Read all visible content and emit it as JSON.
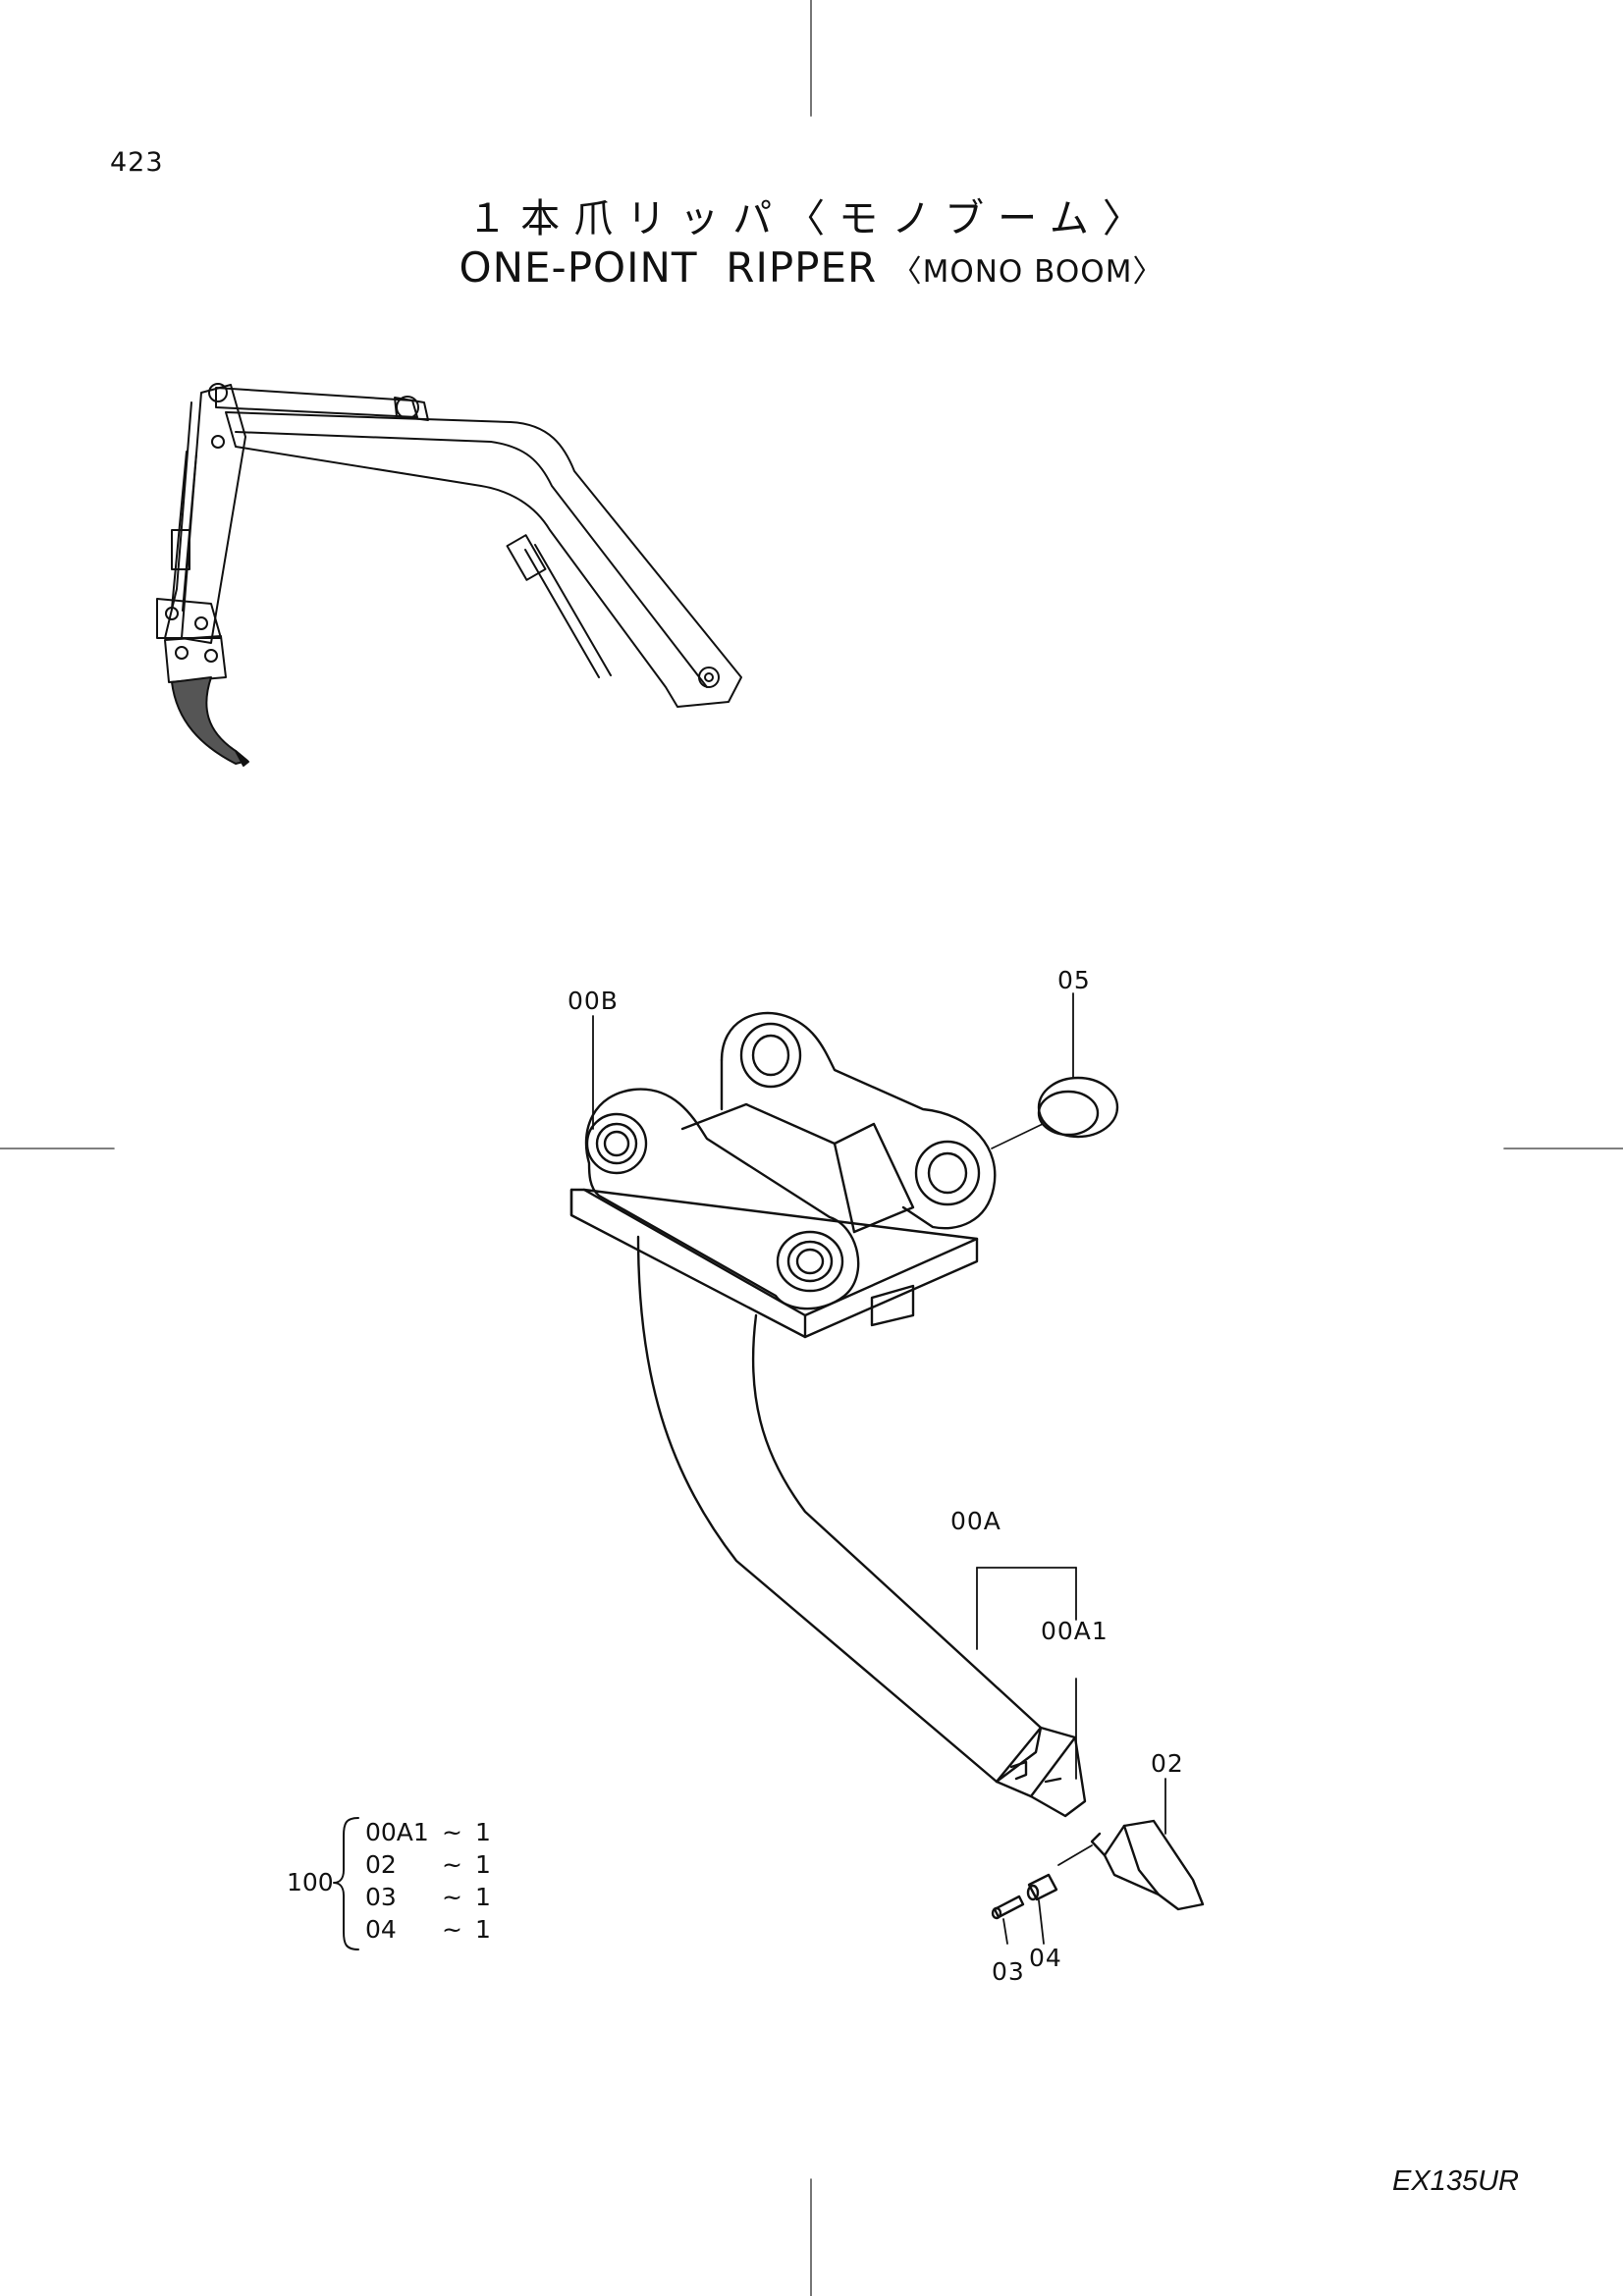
{
  "page_number": "423",
  "title_jp": "１本爪リッパ〈モノブーム〉",
  "title_en_main": "ONE-POINT  RIPPER",
  "title_en_sub": "〈MONO BOOM〉",
  "model_code": "EX135UR",
  "callouts": {
    "p00B": "00B",
    "p05": "05",
    "p00A": "00A",
    "p00A1": "00A1",
    "p02": "02",
    "p03": "03",
    "p04": "04"
  },
  "kit": {
    "number": "100",
    "items": [
      {
        "code": "00A1",
        "sep": "~",
        "qty": "1"
      },
      {
        "code": "02",
        "sep": "~",
        "qty": "1"
      },
      {
        "code": "03",
        "sep": "~",
        "qty": "1"
      },
      {
        "code": "04",
        "sep": "~",
        "qty": "1"
      }
    ]
  }
}
